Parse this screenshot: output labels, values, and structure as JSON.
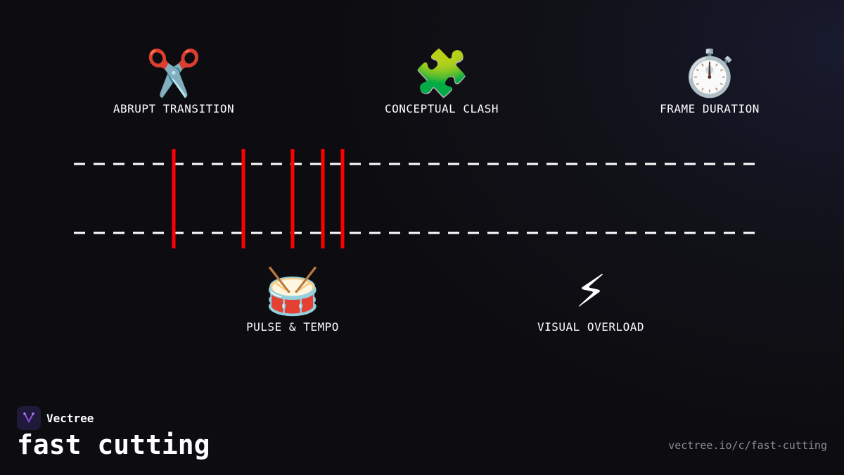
{
  "concepts_top": [
    {
      "icon": "✂️",
      "icon_name": "scissors-icon",
      "label": "ABRUPT TRANSITION"
    },
    {
      "icon": "🧩",
      "icon_name": "puzzle-icon",
      "label": "CONCEPTUAL CLASH"
    },
    {
      "icon": "⏱️",
      "icon_name": "stopwatch-icon",
      "label": "FRAME DURATION"
    }
  ],
  "concepts_bottom": [
    {
      "icon": "🥁",
      "icon_name": "drum-icon",
      "label": "PULSE & TEMPO"
    },
    {
      "icon": "⚡",
      "icon_name": "lightning-icon",
      "label": "VISUAL OVERLOAD"
    }
  ],
  "timeline": {
    "track_color": "#ffffff",
    "cut_color": "#ff0000",
    "cut_count": 5
  },
  "brand": {
    "name": "Vectree",
    "logo_icon": "vectree-logo-icon"
  },
  "page_title": "fast cutting",
  "url": "vectree.io/c/fast-cutting"
}
